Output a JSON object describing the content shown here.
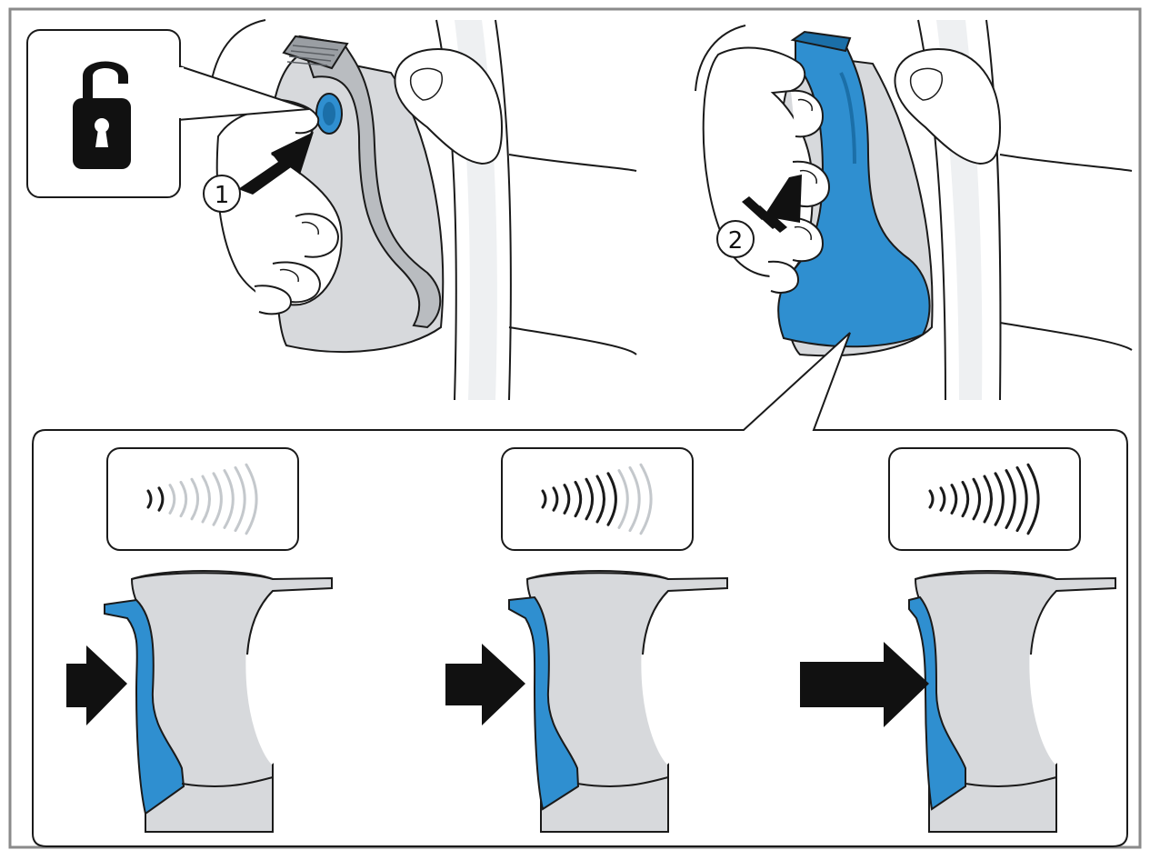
{
  "steps": {
    "one": {
      "label": "1"
    },
    "two": {
      "label": "2"
    }
  },
  "levels": [
    {
      "filled": 2,
      "total": 10
    },
    {
      "filled": 7,
      "total": 10
    },
    {
      "filled": 10,
      "total": 10
    }
  ],
  "colors": {
    "accent": "#2f8fd0",
    "accent_dark": "#1b6fa8",
    "housing": "#d7d9dc",
    "housing_light": "#eef0f2",
    "outline": "#1a1a1a",
    "faded_wave": "#c4c8cc",
    "lock": "#111111"
  },
  "icons": {
    "unlock": "open-padlock-icon",
    "press_arrow": "arrow-right-icon",
    "slide_arrow": "arrow-down-icon"
  }
}
